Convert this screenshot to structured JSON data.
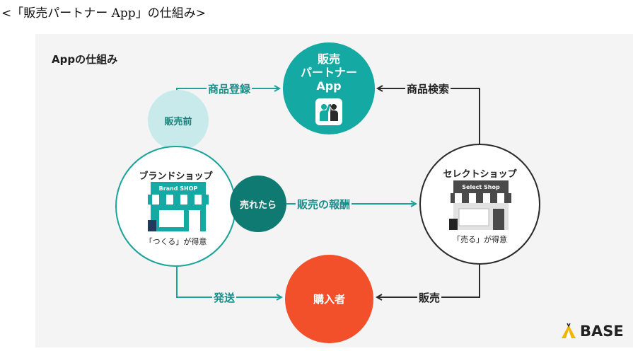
{
  "caption": "<「販売パートナー App」の仕組み>",
  "panel_title": "Appの仕組み",
  "app": {
    "line1": "販売",
    "line2": "パートナー",
    "line3": "App"
  },
  "before": "販売前",
  "brand": {
    "title": "ブランドショップ",
    "sign": "Brand SHOP",
    "sub": "「つくる」が得意"
  },
  "select": {
    "title": "セレクトショップ",
    "sign": "Select Shop",
    "sub": "「売る」が得意"
  },
  "sold": "売れたら",
  "buyer": "購入者",
  "edges": {
    "register": "商品登録",
    "search": "商品検索",
    "reward": "販売の報酬",
    "ship": "発送",
    "sell": "販売"
  },
  "logo": "BASE",
  "colors": {
    "teal": "#14a9a2",
    "dark_teal": "#0f7a72",
    "light_teal": "#c8eaea",
    "orange": "#f24f2b",
    "dark": "#2b2b2b"
  }
}
